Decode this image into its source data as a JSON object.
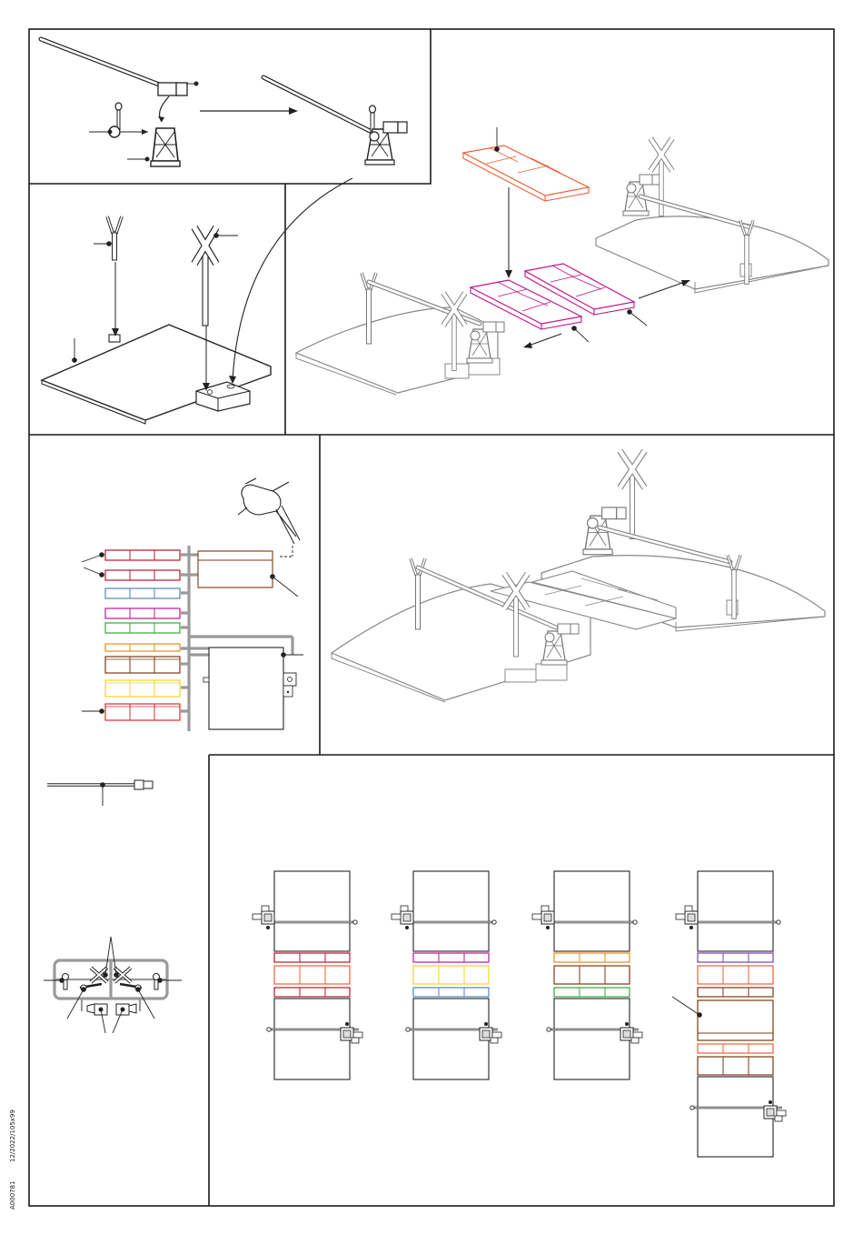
{
  "document": {
    "article_code": "A000781",
    "date_code": "12/2022/105x99"
  },
  "colors": {
    "frame": "#1a1a1a",
    "line": "#888888",
    "part": "#222222",
    "red": "#d0312d",
    "darkred": "#b0192b",
    "blue": "#4f86b8",
    "magenta": "#c0168a",
    "green": "#3aa53a",
    "orange": "#e58a1f",
    "brown": "#7a3a14",
    "yellow": "#f2d22b",
    "violet": "#7b3fa0",
    "salmon": "#e8623a"
  },
  "sections": [
    {
      "id": "step-barrier-assembly",
      "label": ""
    },
    {
      "id": "step-ramp-assembly",
      "label": ""
    },
    {
      "id": "step-road-insert",
      "label": ""
    },
    {
      "id": "step-color-sprue",
      "label": ""
    },
    {
      "id": "step-finished-crossing",
      "label": ""
    },
    {
      "id": "step-boom-part",
      "label": ""
    },
    {
      "id": "step-cross-sprue",
      "label": ""
    },
    {
      "id": "step-track-variants",
      "label": ""
    }
  ],
  "sprue_plates": [
    "darkred",
    "darkred",
    "blue",
    "magenta",
    "green",
    "orange",
    "brown",
    "yellow",
    "red"
  ],
  "track_variants": [
    {
      "plates": [
        "darkred",
        "salmon",
        "darkred"
      ]
    },
    {
      "plates": [
        "magenta",
        "yellow",
        "blue"
      ]
    },
    {
      "plates": [
        "orange",
        "brown",
        "green"
      ]
    },
    {
      "plates": [
        "violet",
        "salmon",
        "brown",
        "brown",
        "salmon",
        "brown"
      ]
    }
  ]
}
